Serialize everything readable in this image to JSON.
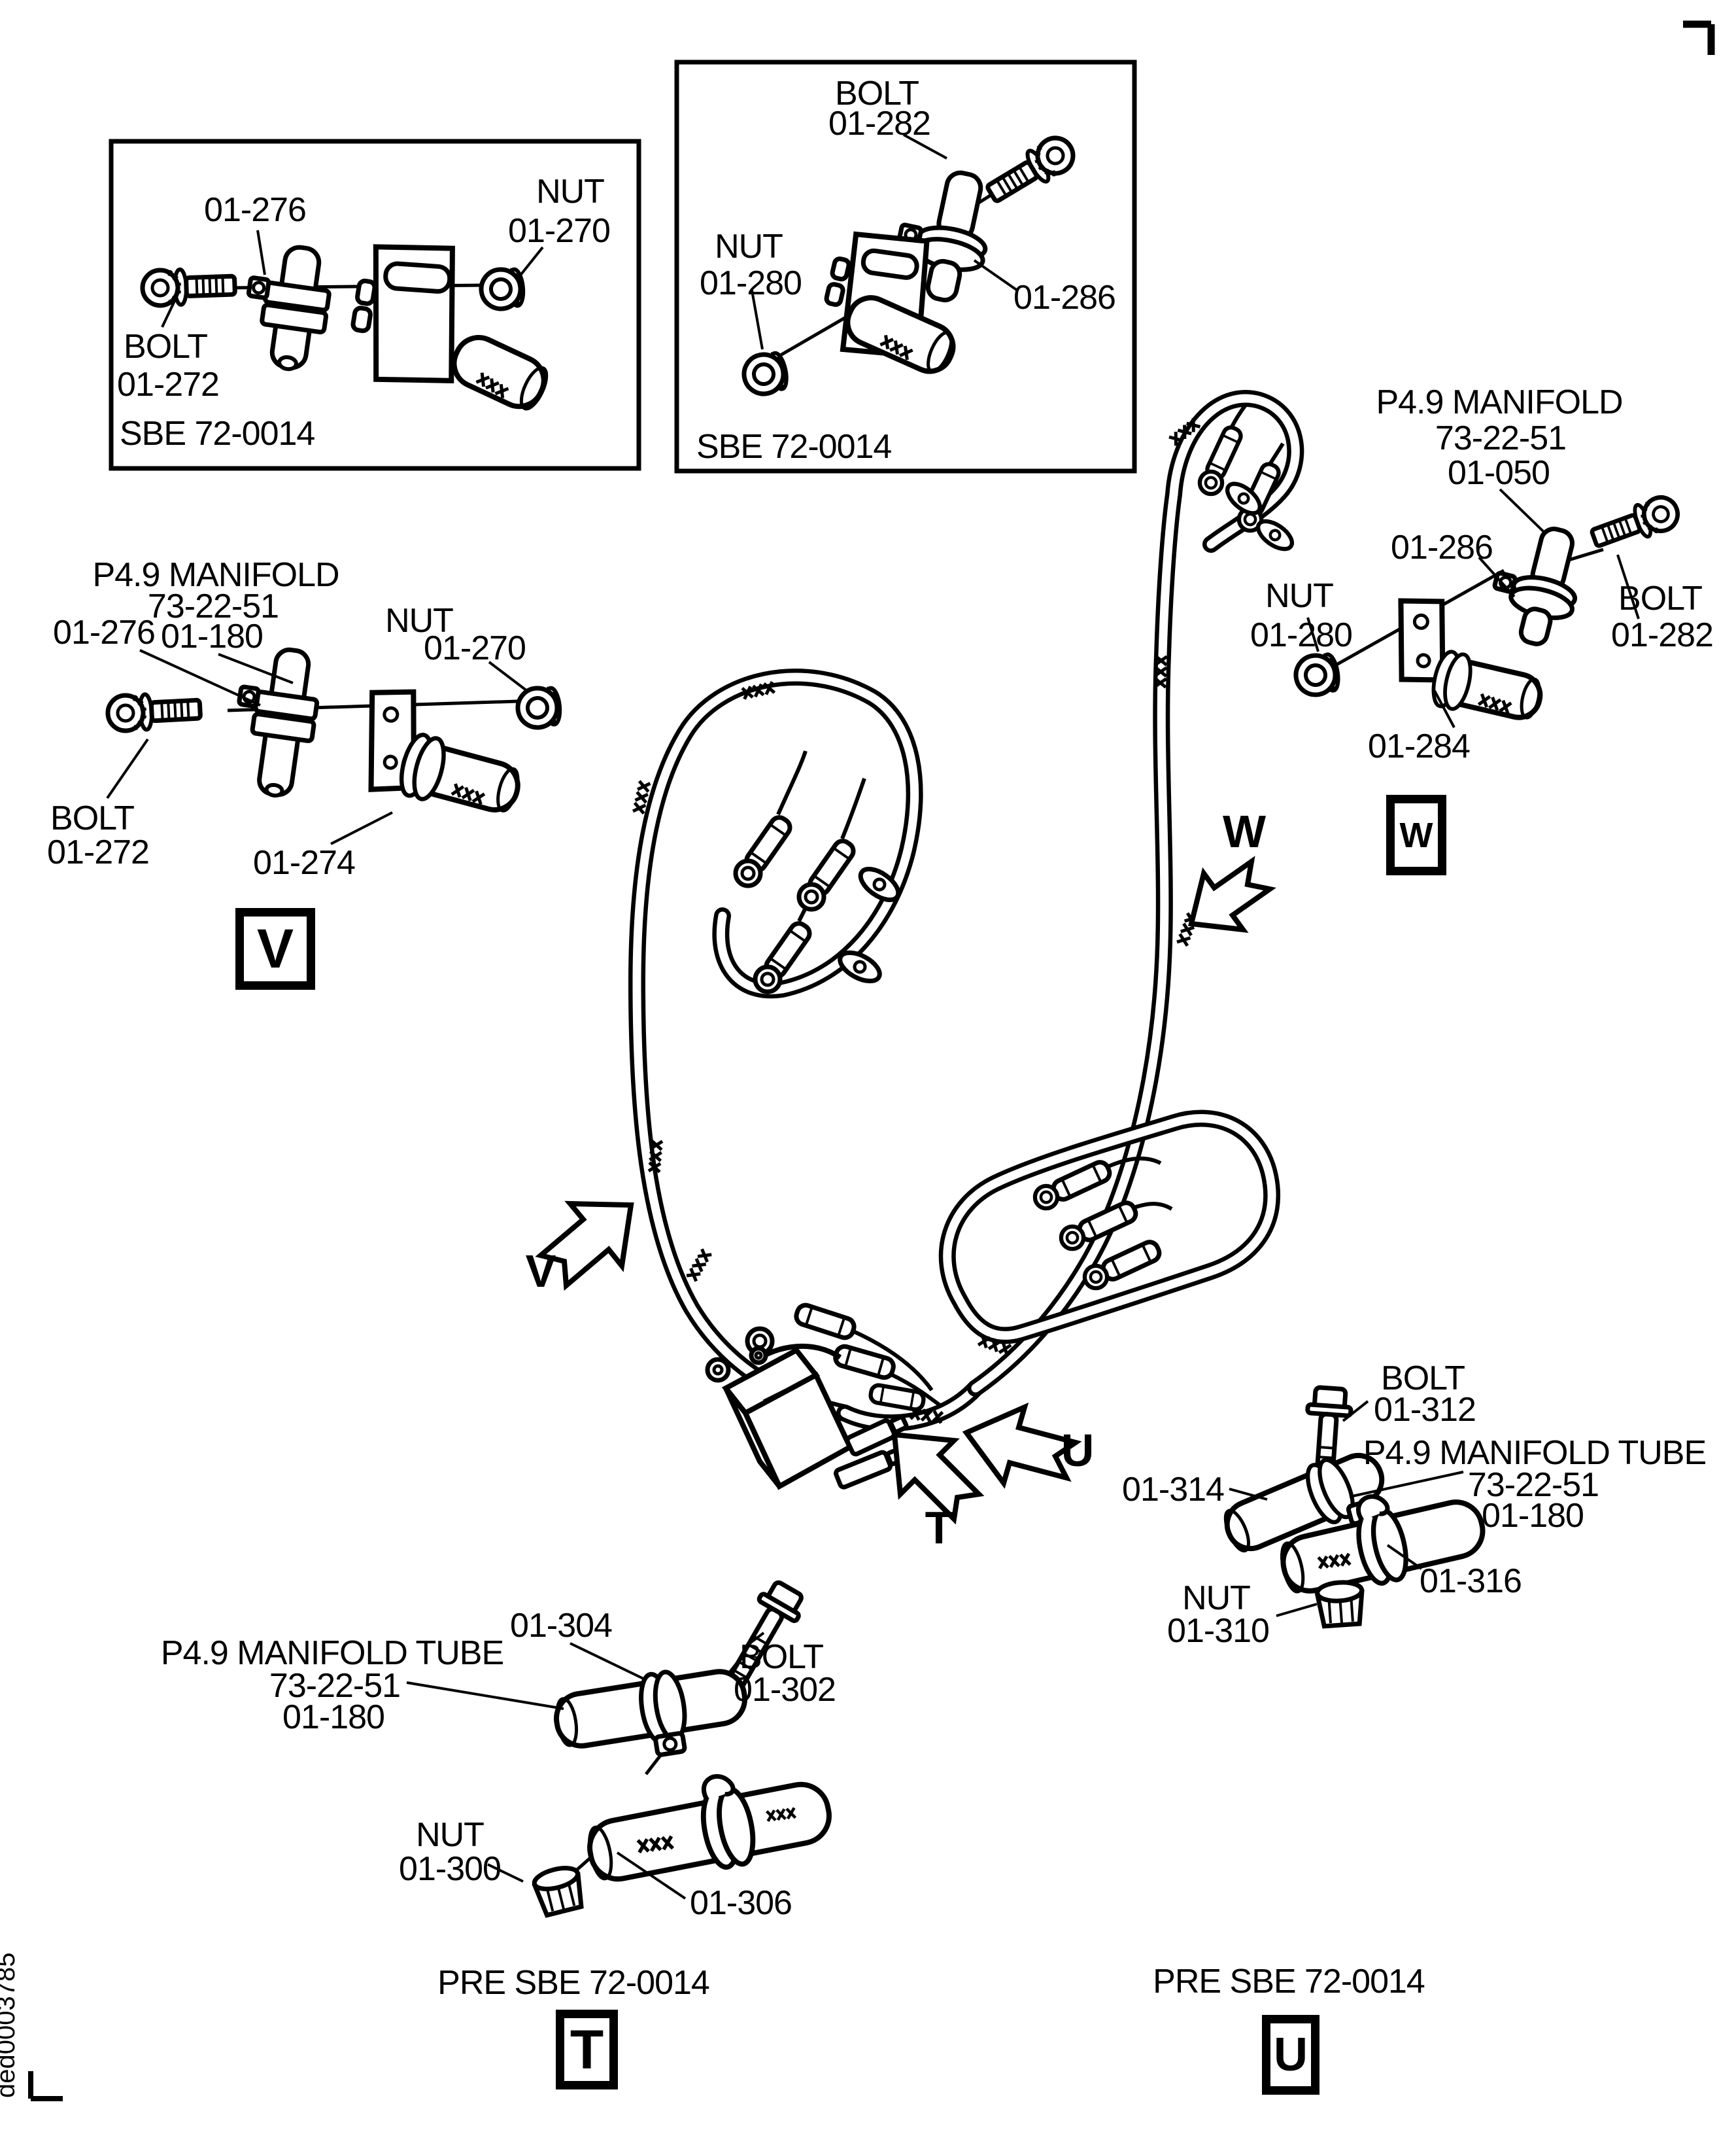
{
  "page": {
    "doc_id": "ded0003785"
  },
  "insets": {
    "box1": {
      "caption": "SBE 72-0014",
      "part_ref": "01-276",
      "nut_word": "NUT",
      "nut_ref": "01-270",
      "bolt_word": "BOLT",
      "bolt_ref": "01-272"
    },
    "box2": {
      "caption": "SBE 72-0014",
      "bolt_word": "BOLT",
      "bolt_ref": "01-282",
      "nut_word": "NUT",
      "nut_ref": "01-280",
      "part_ref": "01-286"
    }
  },
  "sections": {
    "v": {
      "letter": "V",
      "title1": "P4.9 MANIFOLD",
      "title2": "73-22-51",
      "title3": "01-180",
      "part_ref": "01-276",
      "nut_word": "NUT",
      "nut_ref": "01-270",
      "bolt_word": "BOLT",
      "bolt_ref": "01-272",
      "sub_ref": "01-274"
    },
    "w": {
      "letter": "W",
      "title1": "P4.9 MANIFOLD",
      "title2": "73-22-51",
      "title3": "01-050",
      "part_ref": "01-286",
      "nut_word": "NUT",
      "nut_ref": "01-280",
      "bolt_word": "BOLT",
      "bolt_ref": "01-282",
      "sub_ref": "01-284"
    },
    "t": {
      "letter": "T",
      "caption": "PRE SBE 72-0014",
      "title1": "P4.9 MANIFOLD TUBE",
      "title2": "73-22-51",
      "title3": "01-180",
      "clamp_ref": "01-304",
      "bolt_word": "BOLT",
      "bolt_ref": "01-302",
      "nut_word": "NUT",
      "nut_ref": "01-300",
      "sub_ref": "01-306"
    },
    "u": {
      "letter": "U",
      "caption": "PRE SBE 72-0014",
      "title1": "P4.9 MANIFOLD TUBE",
      "title2": "73-22-51",
      "title3": "01-180",
      "bolt_word": "BOLT",
      "bolt_ref": "01-312",
      "clamp_ref": "01-314",
      "sub_ref": "01-316",
      "nut_word": "NUT",
      "nut_ref": "01-310"
    }
  }
}
